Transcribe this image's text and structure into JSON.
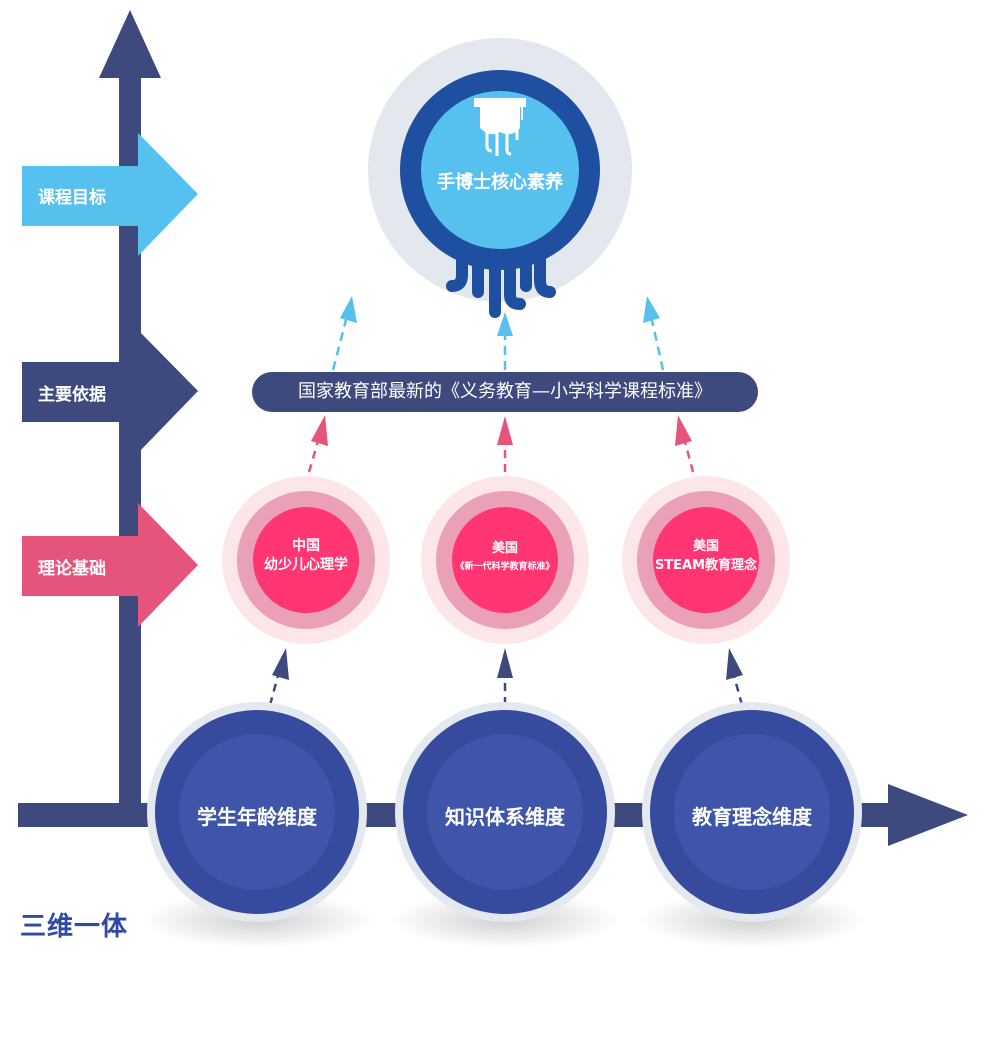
{
  "side_labels": {
    "goal": "课程目标",
    "basis": "主要依据",
    "theory": "理论基础"
  },
  "core": {
    "title": "手博士核心素养"
  },
  "basis_pill": {
    "text": "国家教育部最新的《义务教育—小学科学课程标准》"
  },
  "theories": [
    {
      "line1": "中国",
      "line2": "幼少儿心理学"
    },
    {
      "line1": "美国",
      "line2": "《新一代科学教育标准》"
    },
    {
      "line1": "美国",
      "line2": "STEAM教育理念"
    }
  ],
  "dimensions": [
    {
      "label": "学生年龄维度"
    },
    {
      "label": "知识体系维度"
    },
    {
      "label": "教育理念维度"
    }
  ],
  "footer": {
    "text": "三维一体"
  },
  "colors": {
    "axis": "#3e4a7e",
    "goal": "#56c1ef",
    "basis": "#3e4a7e",
    "theory": "#e5547a",
    "pink": "#ff3672",
    "dimension": "#374b9e",
    "core_ring": "#1e4fa1",
    "core_fill": "#56c1ef"
  }
}
